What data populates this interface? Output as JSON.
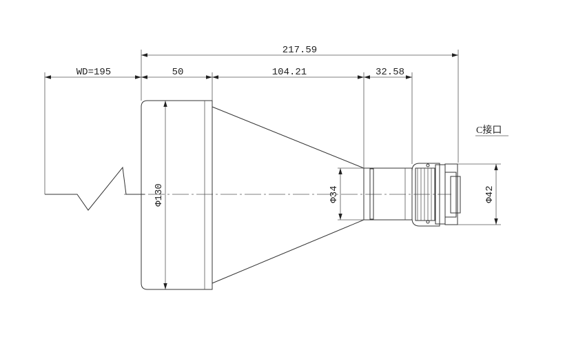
{
  "dimensions": {
    "total_length": "217.59",
    "working_distance": "WD=195",
    "front_section": "50",
    "cone_section": "104.21",
    "rear_section": "32.58",
    "front_diameter": "Φ130",
    "cone_end_diameter": "Φ34",
    "mount_diameter": "Φ42"
  },
  "mount_label": "C接口"
}
